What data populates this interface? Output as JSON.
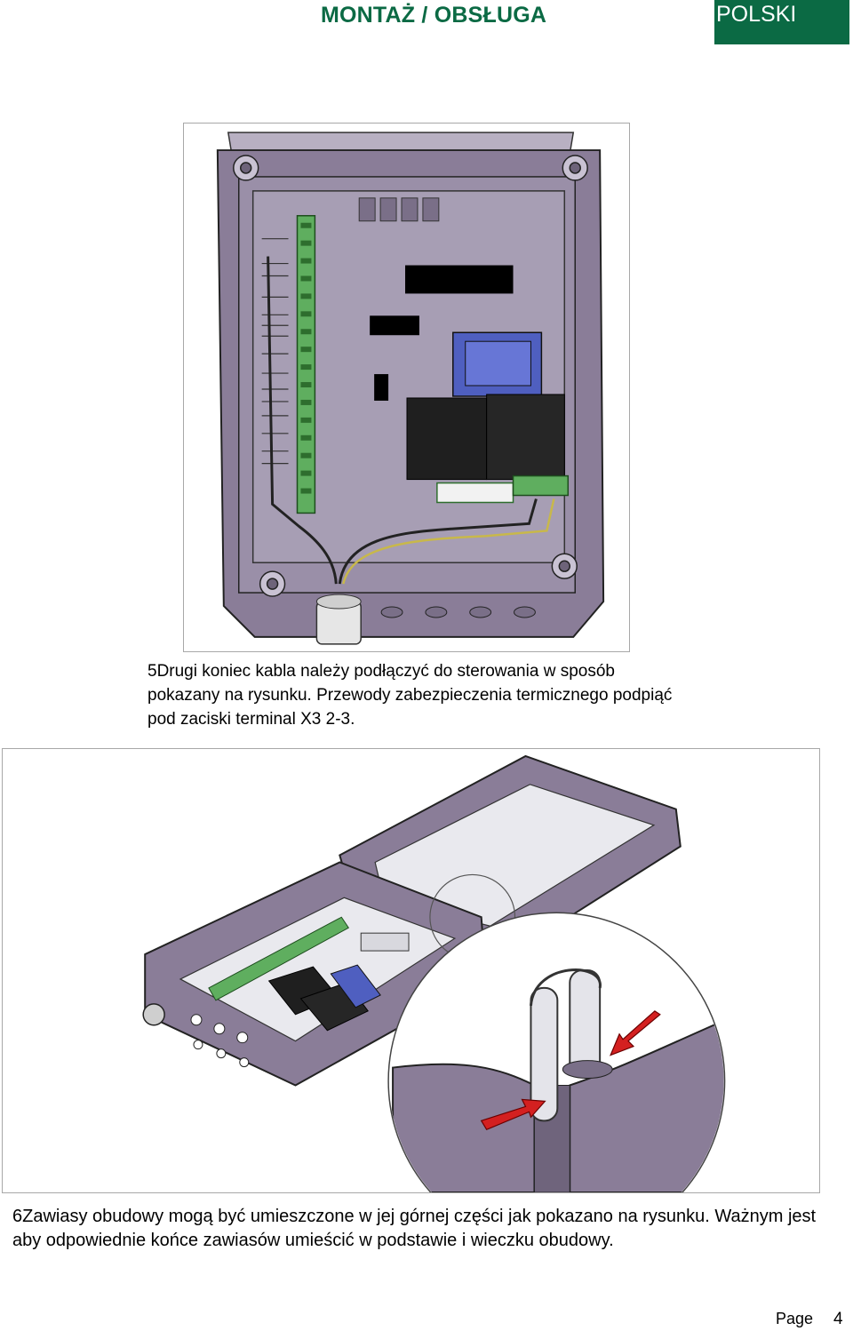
{
  "header": {
    "title": "MONTAŻ / OBSŁUGA",
    "language": "POLSKI"
  },
  "step5": {
    "text": "5Drugi koniec kabla należy podłączyć do sterowania w sposób pokazany na rysunku. Przewody zabezpieczenia termicznego podpiąć pod zaciski terminal X3 2-3."
  },
  "step6": {
    "text": "6Zawiasy obudowy mogą być umieszczone w jej górnej części jak pokazano na rysunku. Ważnym jest aby odpowiednie końce zawiasów umieścić w podstawie i wieczku obudowy."
  },
  "footer": {
    "page_label": "Page",
    "page_number": "4"
  },
  "colors": {
    "brand": "#0b6a44",
    "housing": "#8a7d98",
    "terminal": "#5fae5f",
    "relay": "#1f1f1f",
    "transformer": "#4f5fc0",
    "arrow": "#d42020"
  }
}
